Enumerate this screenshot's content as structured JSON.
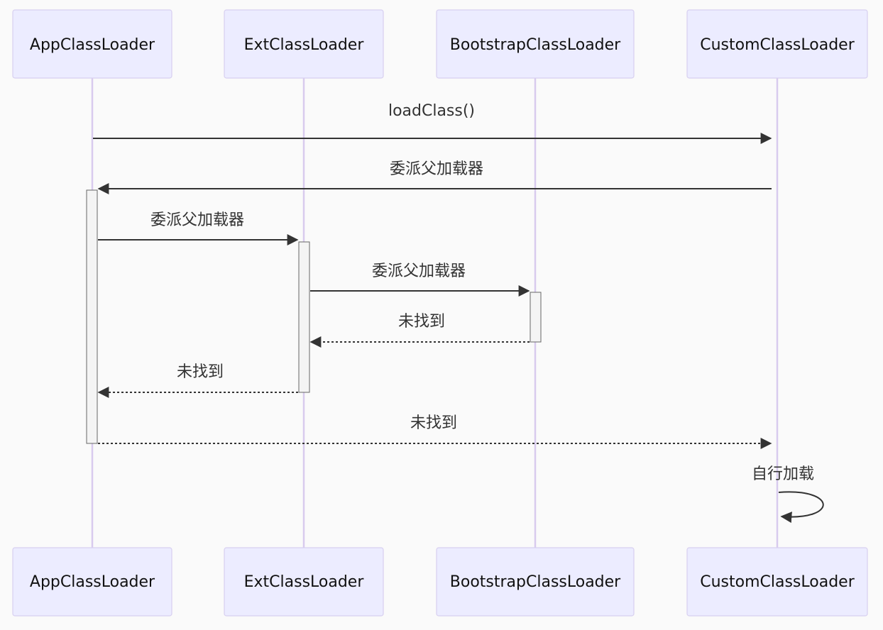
{
  "diagram": {
    "participants": [
      {
        "id": "app",
        "label": "AppClassLoader"
      },
      {
        "id": "ext",
        "label": "ExtClassLoader"
      },
      {
        "id": "boot",
        "label": "BootstrapClassLoader"
      },
      {
        "id": "custom",
        "label": "CustomClassLoader"
      }
    ],
    "messages": [
      {
        "from": "app",
        "to": "custom",
        "text": "loadClass()",
        "style": "solid"
      },
      {
        "from": "custom",
        "to": "app",
        "text": "委派父加载器",
        "style": "solid"
      },
      {
        "from": "app",
        "to": "ext",
        "text": "委派父加载器",
        "style": "solid"
      },
      {
        "from": "ext",
        "to": "boot",
        "text": "委派父加载器",
        "style": "solid"
      },
      {
        "from": "boot",
        "to": "ext",
        "text": "未找到",
        "style": "dotted"
      },
      {
        "from": "ext",
        "to": "app",
        "text": "未找到",
        "style": "dotted"
      },
      {
        "from": "app",
        "to": "custom",
        "text": "未找到",
        "style": "dotted"
      },
      {
        "from": "custom",
        "to": "custom",
        "text": "自行加载",
        "style": "solid"
      }
    ],
    "colors": {
      "background": "#fafafa",
      "actor_fill": "#ececff",
      "actor_border": "#d7cff0",
      "lifeline": "#d8cbee",
      "activation_fill": "#f4f4f4",
      "activation_border": "#666666",
      "arrow": "#333333",
      "text": "#333333"
    }
  }
}
